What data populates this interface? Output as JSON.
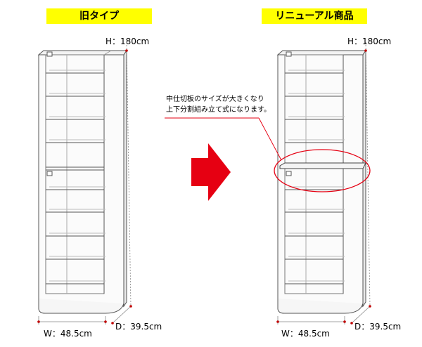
{
  "old": {
    "label": "旧タイプ",
    "height": "H：180cm",
    "width": "W：48.5cm",
    "depth": "D：39.5cm"
  },
  "new": {
    "label": "リニューアル商品",
    "height": "H：180cm",
    "width": "W：48.5cm",
    "depth": "D：39.5cm"
  },
  "callout": {
    "line1": "中仕切板のサイズが大きくなり",
    "line2": "上下分割組み立て式になります。"
  },
  "colors": {
    "label_bg": "#ffff00",
    "arrow": "#e60012",
    "highlight": "#e60012",
    "dim_marker": "#c00000"
  }
}
